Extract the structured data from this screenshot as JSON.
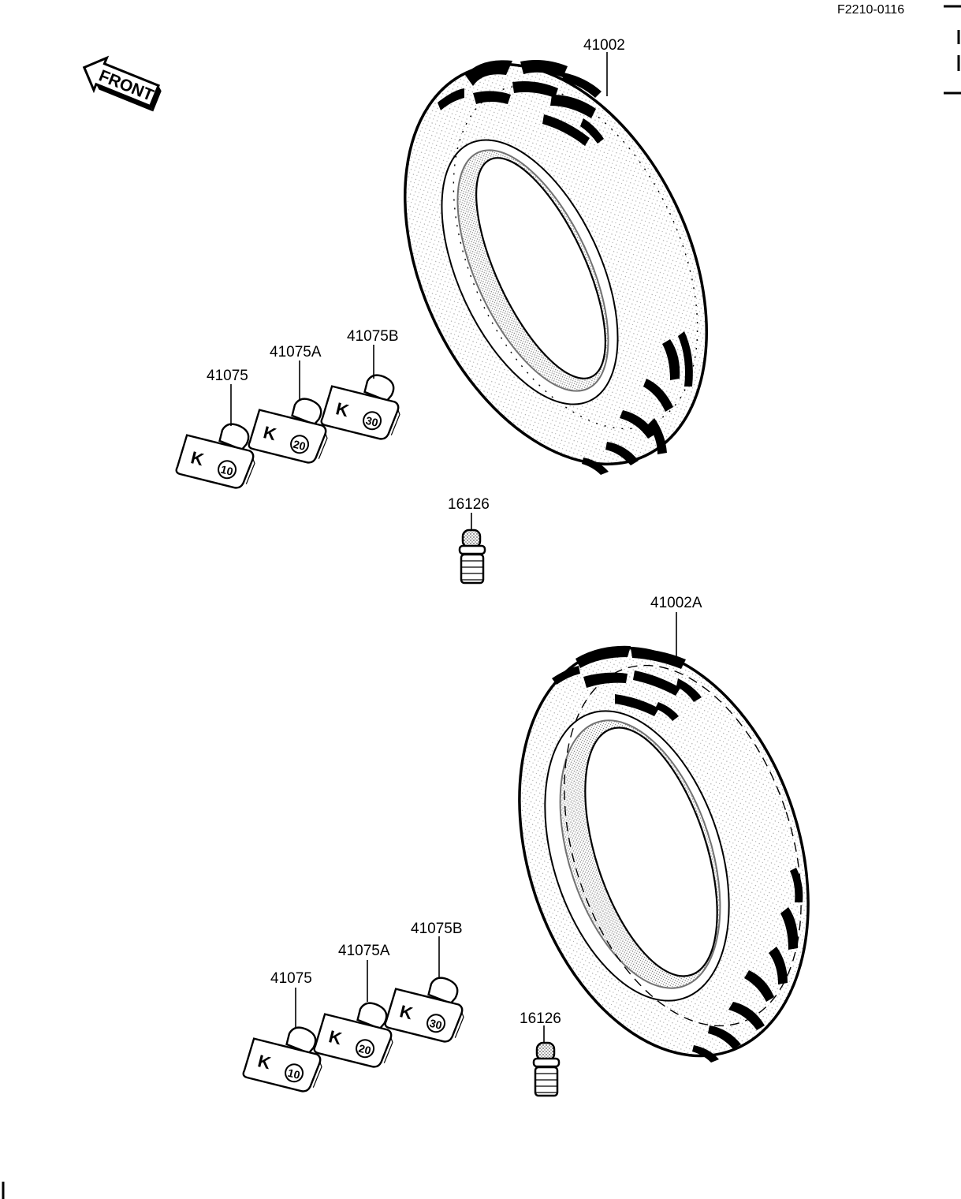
{
  "drawing_code": "F2210-0116",
  "front_label": "FRONT",
  "labels": {
    "tire_upper": "41002",
    "tire_lower": "41002A",
    "valve_upper": "16126",
    "valve_lower": "16126",
    "weight_10_upper": "41075",
    "weight_20_upper": "41075A",
    "weight_30_upper": "41075B",
    "weight_10_lower": "41075",
    "weight_20_lower": "41075A",
    "weight_30_lower": "41075B"
  },
  "weight_marks": {
    "k": "K",
    "w10": "10",
    "w20": "20",
    "w30": "30"
  }
}
